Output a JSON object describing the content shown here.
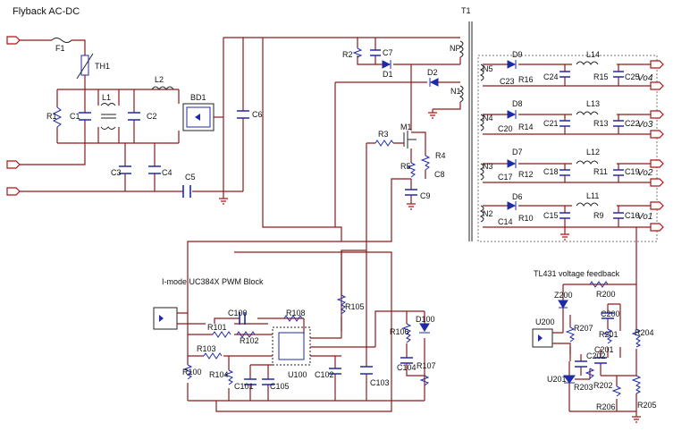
{
  "titles": {
    "main": "Flyback AC-DC",
    "pwm_block": "I-mode UC384X PWM Block",
    "feedback": "TL431 voltage feedback"
  },
  "labels": {
    "F1": "F1",
    "TH1": "TH1",
    "R1": "R1",
    "C1": "C1",
    "L1": "L1",
    "L2": "L2",
    "C2": "C2",
    "C3": "C3",
    "C4": "C4",
    "C5": "C5",
    "BD1": "BD1",
    "C6": "C6",
    "R2": "R2",
    "C7": "C7",
    "D1": "D1",
    "D2": "D2",
    "T1": "T1",
    "NP": "NP",
    "N1": "N1",
    "M1": "M1",
    "R3": "R3",
    "R4": "R4",
    "R5": "R5",
    "C8": "C8",
    "C9": "C9",
    "N5": "N5",
    "D9": "D9",
    "C23": "C23",
    "R16": "R16",
    "C24": "C24",
    "L14": "L14",
    "R15": "R15",
    "C25": "C25",
    "N4": "N4",
    "D8": "D8",
    "C20": "C20",
    "R14": "R14",
    "C21": "C21",
    "L13": "L13",
    "R13": "R13",
    "C22": "C22",
    "N3": "N3",
    "D7": "D7",
    "C17": "C17",
    "R12": "R12",
    "C18": "C18",
    "L12": "L12",
    "R11": "R11",
    "C19": "C19",
    "N2": "N2",
    "D6": "D6",
    "C14": "C14",
    "R10": "R10",
    "C15": "C15",
    "L11": "L11",
    "R9": "R9",
    "C16": "C16",
    "C100": "C100",
    "R108": "R108",
    "R101": "R101",
    "R102": "R102",
    "R105": "R105",
    "R103": "R103",
    "R100": "R100",
    "R104": "R104",
    "C101": "C101",
    "C105": "C105",
    "U100": "U100",
    "C102": "C102",
    "C103": "C103",
    "R106": "R106",
    "D100": "D100",
    "C104": "C104",
    "R107": "R107",
    "Z200": "Z200",
    "R200": "R200",
    "U200": "U200",
    "R207": "R207",
    "C200": "C200",
    "R201": "R201",
    "R204": "R204",
    "C202": "C202",
    "C201": "C201",
    "U201": "U201",
    "R203": "R203",
    "R202": "R202",
    "R206": "R206",
    "R205": "R205"
  },
  "outputs": {
    "vo4": "Vo4",
    "vo3": "Vo3",
    "vo2": "Vo2",
    "vo1": "Vo1"
  }
}
